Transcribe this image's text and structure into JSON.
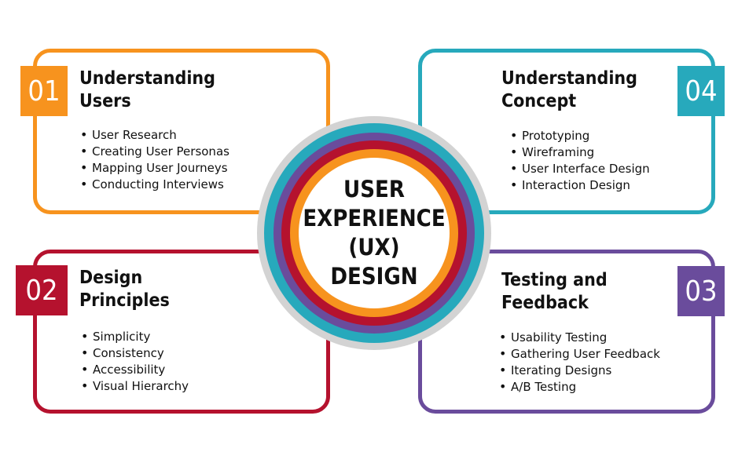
{
  "colors": {
    "orange": "#F7931E",
    "teal": "#27A9BC",
    "crimson": "#B5122E",
    "purple": "#6A4C9C",
    "gray": "#D3D3D3"
  },
  "center": {
    "lines": [
      "USER",
      "EXPERIENCE",
      "(UX)",
      "DESIGN"
    ]
  },
  "sections": {
    "s01": {
      "number": "01",
      "title": [
        "Understanding",
        "Users"
      ],
      "items": [
        "User Research",
        "Creating User Personas",
        "Mapping User Journeys",
        "Conducting Interviews"
      ]
    },
    "s02": {
      "number": "02",
      "title": [
        "Design",
        "Principles"
      ],
      "items": [
        "Simplicity",
        "Consistency",
        "Accessibility",
        "Visual Hierarchy"
      ]
    },
    "s03": {
      "number": "03",
      "title": [
        "Testing and",
        "Feedback"
      ],
      "items": [
        "Usability Testing",
        "Gathering User Feedback",
        "Iterating Designs",
        "A/B Testing"
      ]
    },
    "s04": {
      "number": "04",
      "title": [
        "Understanding",
        "Concept"
      ],
      "items": [
        "Prototyping",
        "Wireframing",
        "User Interface Design",
        "Interaction Design"
      ]
    }
  }
}
